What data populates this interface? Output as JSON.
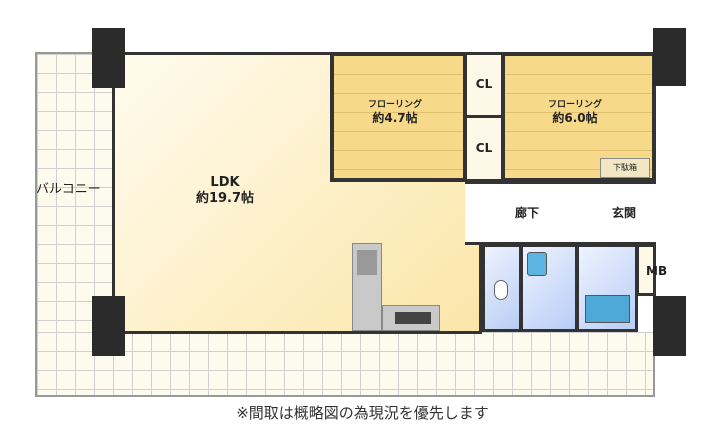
{
  "rooms": {
    "balcony": "バルコニー",
    "ldk": {
      "name": "LDK",
      "size": "約19.7帖"
    },
    "western1": {
      "name": "フローリング",
      "size": "約4.7帖"
    },
    "western2": {
      "name": "フローリング",
      "size": "約6.0帖"
    },
    "closet1": "CL",
    "closet2": "CL",
    "shoe_box": "下駄箱",
    "hallway": "廊下",
    "entrance": "玄関",
    "meter_box": "MB"
  },
  "caption": "※間取は概略図の為現況を優先します"
}
